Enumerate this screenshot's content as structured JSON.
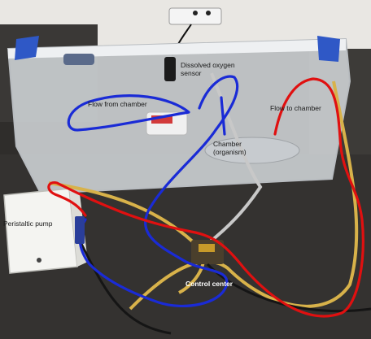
{
  "labels": {
    "dissolved_oxygen_sensor_line1": "Dissolved oxygen",
    "dissolved_oxygen_sensor_line2": "sensor",
    "flow_from_chamber": "Flow from chamber",
    "flow_to_chamber": "Flow to chamber",
    "chamber_line1": "Chamber",
    "chamber_line2": "(organism)",
    "peristaltic_pump": "Peristaltic pump",
    "control_center": "Control center"
  },
  "colors": {
    "flow_from_path": "#1a2bd6",
    "flow_to_path": "#e01010",
    "tubing_yellow": "#d8b24a",
    "container": "#d9dde0",
    "floor": "#2f2d2b",
    "wall": "#eceae6"
  }
}
